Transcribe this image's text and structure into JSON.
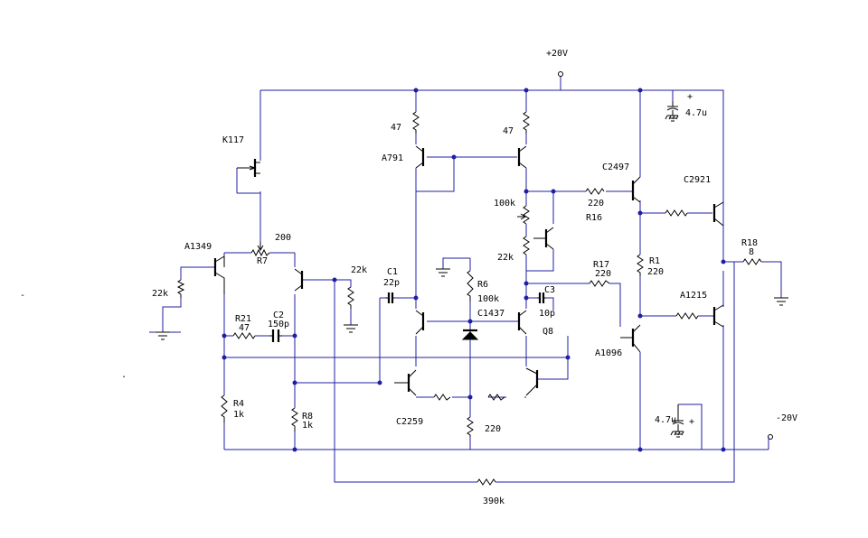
{
  "schematic": {
    "supply_pos": "+20V",
    "supply_neg": "-20V",
    "cap_top": "4.7u",
    "cap_top_plus": "+",
    "cap_bottom": "4.7u",
    "cap_bottom_plus": "+",
    "k117": "K117",
    "r7_value": "200",
    "r7_name": "R7",
    "a1349": "A1349",
    "r_in": "22k",
    "r_out": "22k",
    "c1_name": "C1",
    "c1_value": "22p",
    "r21_name": "R21",
    "r21_value": "47",
    "c2_name": "C2",
    "c2_value": "150p",
    "r4_name": "R4",
    "r4_value": "1k",
    "r8_name": "R8",
    "r8_value": "1k",
    "r_47a": "47",
    "r_47b": "47",
    "a791": "A791",
    "r6_name": "R6",
    "r6_value": "100k",
    "c1437": "C1437",
    "q8": "Q8",
    "c3_name": "C3",
    "c3_value": "10p",
    "c2259": "C2259",
    "r_220": "220",
    "r_100k": "100k",
    "r_22k_mid": "22k",
    "r16": "R16",
    "r_220b": "220",
    "c2497": "C2497",
    "c2921": "C2921",
    "r17_name": "R17",
    "r17_value": "220",
    "r1_name": "R1",
    "r1_value": "220",
    "a1215": "A1215",
    "a1096": "A1096",
    "r18_name": "R18",
    "r18_value": "8",
    "r_390k": "390k",
    "dash_mark": "-",
    "dot_mark": "."
  }
}
